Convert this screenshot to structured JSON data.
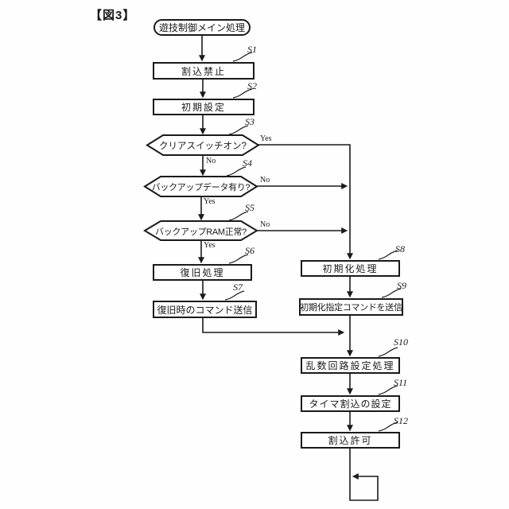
{
  "figure_label": "【図3】",
  "colors": {
    "line": "#1a1a1a",
    "background": "#ffffff"
  },
  "flowchart": {
    "start": {
      "label": "遊技制御メイン処理"
    },
    "nodes": [
      {
        "id": "S1",
        "type": "process",
        "label": "割込禁止"
      },
      {
        "id": "S2",
        "type": "process",
        "label": "初期設定"
      },
      {
        "id": "S3",
        "type": "decision",
        "label": "クリアスイッチオン?",
        "yes_label": "Yes",
        "no_label": "No"
      },
      {
        "id": "S4",
        "type": "decision",
        "label": "バックアップデータ有り?",
        "yes_label": "Yes",
        "no_label": "No"
      },
      {
        "id": "S5",
        "type": "decision",
        "label": "バックアップRAM正常?",
        "yes_label": "Yes",
        "no_label": "No"
      },
      {
        "id": "S6",
        "type": "process",
        "label": "復旧処理"
      },
      {
        "id": "S7",
        "type": "process",
        "label": "復旧時のコマンド送信"
      },
      {
        "id": "S8",
        "type": "process",
        "label": "初期化処理"
      },
      {
        "id": "S9",
        "type": "process",
        "label": "初期化指定コマンドを送信"
      },
      {
        "id": "S10",
        "type": "process",
        "label": "乱数回路設定処理"
      },
      {
        "id": "S11",
        "type": "process",
        "label": "タイマ割込の設定"
      },
      {
        "id": "S12",
        "type": "process",
        "label": "割込許可"
      }
    ]
  }
}
